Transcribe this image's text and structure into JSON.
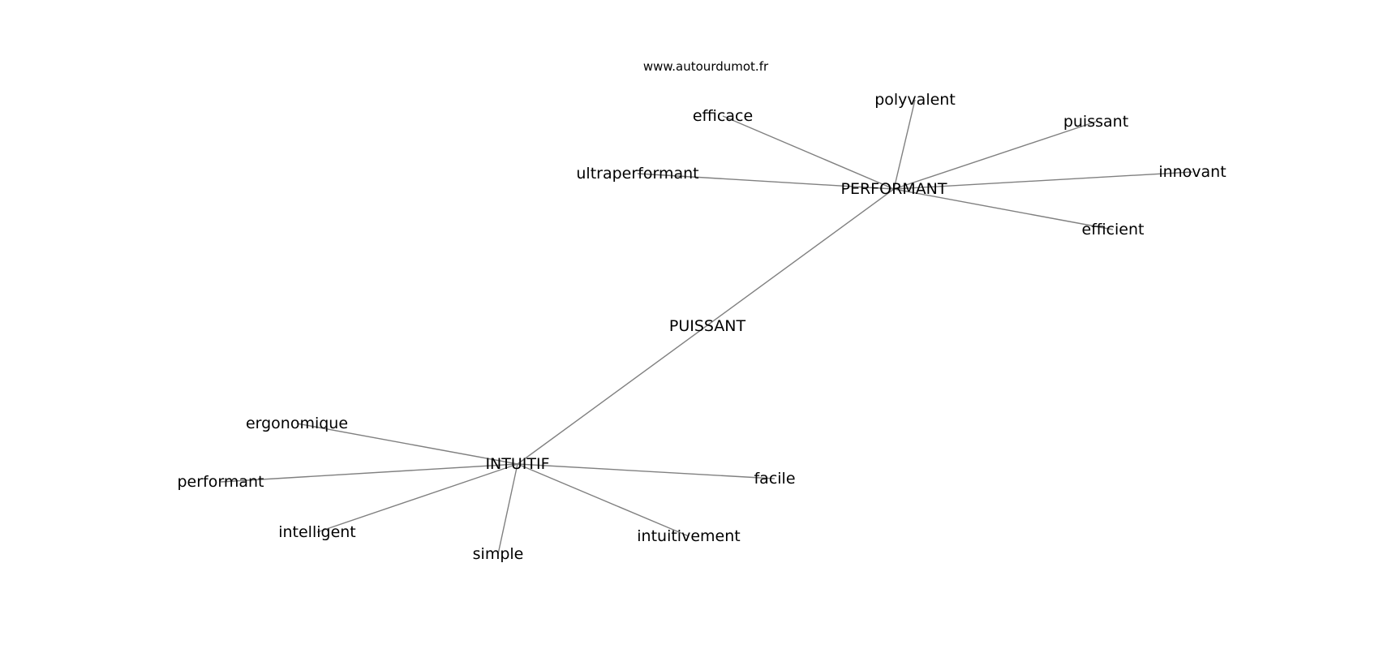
{
  "header": {
    "site": "www.autourdumot.fr"
  },
  "graph": {
    "center": "PUISSANT",
    "nodes": [
      {
        "id": "puissant_center",
        "label": "PUISSANT"
      },
      {
        "id": "performant_hub",
        "label": "PERFORMANT"
      },
      {
        "id": "intuitif_hub",
        "label": "INTUITIF"
      },
      {
        "id": "efficace",
        "label": "efficace"
      },
      {
        "id": "polyvalent",
        "label": "polyvalent"
      },
      {
        "id": "puissant",
        "label": "puissant"
      },
      {
        "id": "ultraperformant",
        "label": "ultraperformant"
      },
      {
        "id": "innovant",
        "label": "innovant"
      },
      {
        "id": "efficient",
        "label": "efficient"
      },
      {
        "id": "ergonomique",
        "label": "ergonomique"
      },
      {
        "id": "performant",
        "label": "performant"
      },
      {
        "id": "intelligent",
        "label": "intelligent"
      },
      {
        "id": "simple",
        "label": "simple"
      },
      {
        "id": "intuitivement",
        "label": "intuitivement"
      },
      {
        "id": "facile",
        "label": "facile"
      }
    ],
    "edges": [
      [
        "performant_hub",
        "intuitif_hub"
      ],
      [
        "performant_hub",
        "efficace"
      ],
      [
        "performant_hub",
        "polyvalent"
      ],
      [
        "performant_hub",
        "puissant"
      ],
      [
        "performant_hub",
        "ultraperformant"
      ],
      [
        "performant_hub",
        "innovant"
      ],
      [
        "performant_hub",
        "efficient"
      ],
      [
        "intuitif_hub",
        "ergonomique"
      ],
      [
        "intuitif_hub",
        "performant"
      ],
      [
        "intuitif_hub",
        "intelligent"
      ],
      [
        "intuitif_hub",
        "simple"
      ],
      [
        "intuitif_hub",
        "intuitivement"
      ],
      [
        "intuitif_hub",
        "facile"
      ]
    ]
  }
}
